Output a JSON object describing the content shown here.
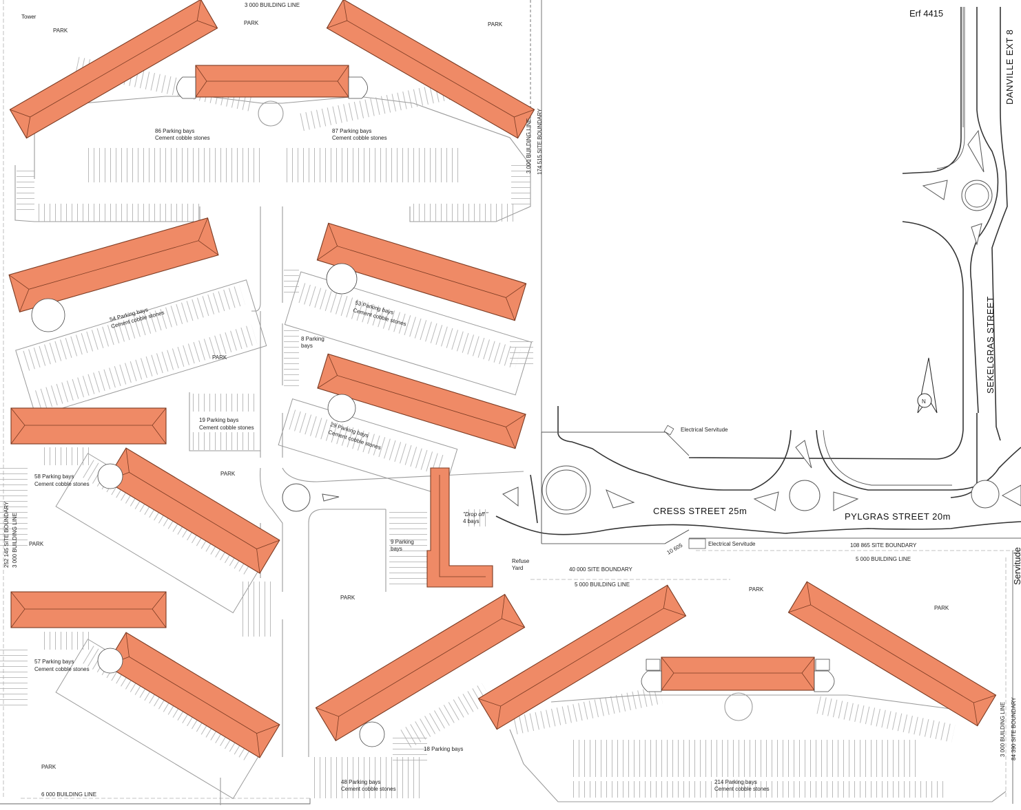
{
  "labels": {
    "top_building_line": "3 000 BUILDING LINE",
    "erf": "Erf 4415",
    "danville": "DANVILLE EXT 8",
    "sekelgras": "SEKELGRAS STREET",
    "cress": "CRESS STREET 25m",
    "pylgras": "PYLGRAS STREET 20m",
    "tower": "Tower",
    "park": "PARK",
    "cement": "Cement cobble stones",
    "p86": "86 Parking bays",
    "p87": "87 Parking bays",
    "p54": "54 Parking bays",
    "p53": "53 Parking bays",
    "p8a": "8 Parking",
    "p8b": "bays",
    "p19": "19 Parking bays",
    "p29": "29 Parking bays",
    "p58": "58 Parking bays",
    "p57": "57 Parking bays",
    "p9a": "9 Parking",
    "p9b": "bays",
    "p18": "18 Parking bays",
    "p48": "48 Parking bays",
    "p214": "214 Parking bays",
    "dropoff1": "\"Drop off \"",
    "dropoff2": "4 bays",
    "refuse1": "Refuse",
    "refuse2": "Yard",
    "elec1": "Electrical Servitude",
    "elec2": "Electrical Servitude",
    "dim10605": "10 605",
    "site40000": "40 000 SITE BOUNDARY",
    "bl5000a": "5 000 BUILDING LINE",
    "site108865": "108 865 SITE BOUNDARY",
    "bl5000b": "5 000 BUILDING LINE",
    "bl3000_right_mid": "3 000 BUILDING LINE",
    "site174515": "174 515 SITE BOUNDARY",
    "site252145": "252 145 SITE BOUNDARY",
    "bl3000_left": "3 000 BUILDING LINE",
    "bl6000": "6 000 BUILDING LINE",
    "bl3000_right_low": "3 000 BUILDING LINE",
    "site84390": "84 390 SITE BOUNDARY",
    "north": "N",
    "cut_text": "Servitude"
  },
  "colors": {
    "roof": "#ef8a66",
    "roof_edge": "#7a3a22",
    "road": "#333333",
    "parking_lines": "#a8a8a8"
  }
}
